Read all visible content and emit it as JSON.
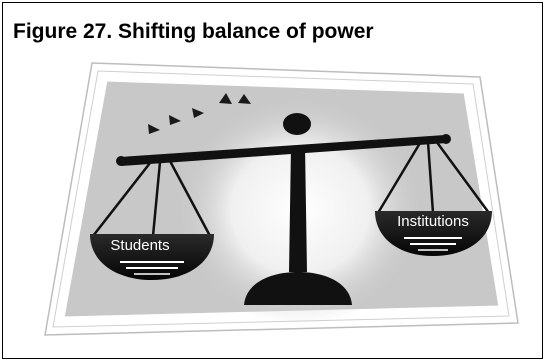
{
  "figure": {
    "title": "Figure 27. Shifting balance of power"
  },
  "scale": {
    "left_pan_label": "Students",
    "right_pan_label": "Institutions",
    "arrow_count": 5,
    "tilt": "left-pan-lower"
  },
  "colors": {
    "frame_border": "#000000",
    "card_background": "#c8c8c8",
    "card_border": "#ffffff",
    "glow": "#ffffff",
    "scale_fill": "#111111",
    "label_text": "#ffffff"
  }
}
